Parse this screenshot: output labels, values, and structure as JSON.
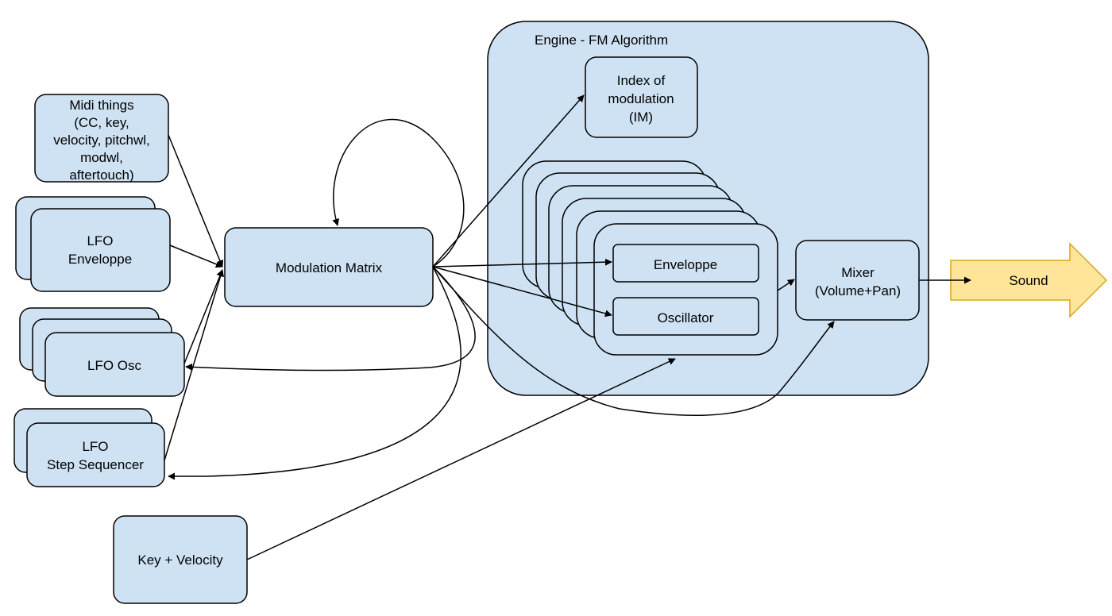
{
  "diagram": {
    "engine": {
      "title": "Engine - FM Algorithm"
    },
    "index_of_modulation": {
      "lines": [
        "Index of",
        "modulation",
        "(IM)"
      ]
    },
    "midi": {
      "lines": [
        "Midi things",
        "(CC, key,",
        "velocity, pitchwl,",
        "modwl,",
        "aftertouch)"
      ]
    },
    "lfo_env": {
      "lines": [
        "LFO",
        "Enveloppe"
      ]
    },
    "lfo_osc": {
      "label": "LFO Osc"
    },
    "lfo_step": {
      "lines": [
        "LFO",
        "Step Sequencer"
      ]
    },
    "key_velocity": {
      "label": "Key + Velocity"
    },
    "modulation_matrix": {
      "label": "Modulation Matrix"
    },
    "operator": {
      "enveloppe": "Enveloppe",
      "oscillator": "Oscillator"
    },
    "mixer": {
      "lines": [
        "Mixer",
        "(Volume+Pan)"
      ]
    },
    "sound": {
      "label": "Sound"
    }
  }
}
